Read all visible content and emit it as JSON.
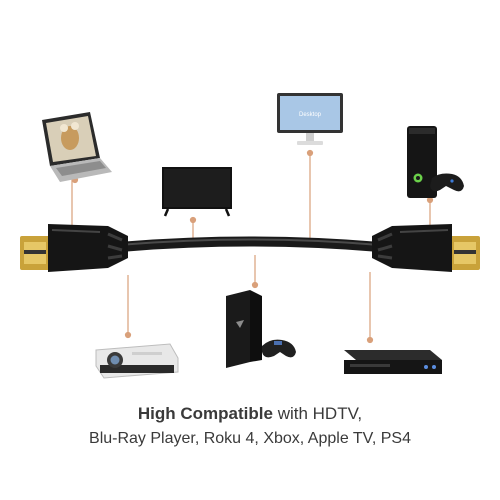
{
  "caption": {
    "line1_strong": "High Compatible",
    "line1_rest": " with HDTV,",
    "line2": "Blu-Ray Player, Roku 4, Xbox, Apple TV, PS4"
  },
  "desktop_label": "Desktop",
  "colors": {
    "cable": "#1a1a1a",
    "connector_gold": "#c9a23a",
    "lead_line": "#d9a07a",
    "caption_text": "#3a3a3a"
  },
  "devices": [
    {
      "name": "laptop",
      "icon": "laptop-icon"
    },
    {
      "name": "tv",
      "icon": "tv-icon"
    },
    {
      "name": "desktop-monitor",
      "icon": "monitor-icon"
    },
    {
      "name": "xbox",
      "icon": "xbox-console-icon"
    },
    {
      "name": "projector",
      "icon": "projector-icon"
    },
    {
      "name": "ps4",
      "icon": "ps4-console-icon"
    },
    {
      "name": "blu-ray-player",
      "icon": "bluray-player-icon"
    }
  ]
}
